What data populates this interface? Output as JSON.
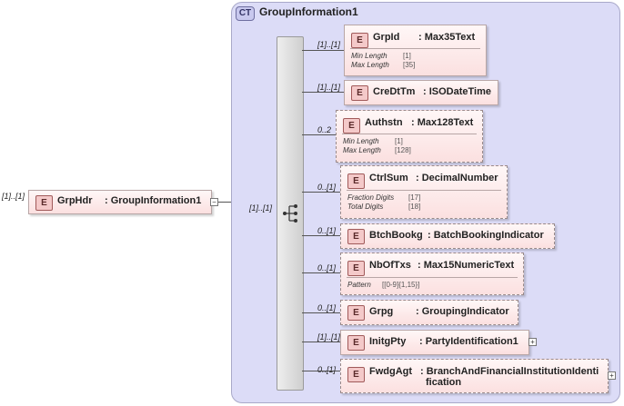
{
  "root": {
    "multiplicity": "[1]..[1]",
    "name": "GrpHdr",
    "type": ": GroupInformation1",
    "badge": "E"
  },
  "complex_type": {
    "badge": "CT",
    "name": "GroupInformation1",
    "sequence_multiplicity": "[1]..[1]"
  },
  "elements": [
    {
      "multiplicity": "[1]..[1]",
      "badge": "E",
      "name": "GrpId",
      "type": ": Max35Text",
      "optional": false,
      "facets": [
        {
          "name": "Min Length",
          "value": "[1]"
        },
        {
          "name": "Max Length",
          "value": "[35]"
        }
      ]
    },
    {
      "multiplicity": "[1]..[1]",
      "badge": "E",
      "name": "CreDtTm",
      "type": ": ISODateTime",
      "optional": false,
      "facets": []
    },
    {
      "multiplicity": "0..2",
      "badge": "E",
      "name": "Authstn",
      "type": ": Max128Text",
      "optional": true,
      "facets": [
        {
          "name": "Min Length",
          "value": "[1]"
        },
        {
          "name": "Max Length",
          "value": "[128]"
        }
      ]
    },
    {
      "multiplicity": "0..[1]",
      "badge": "E",
      "name": "CtrlSum",
      "type": ": DecimalNumber",
      "optional": true,
      "facets": [
        {
          "name": "Fraction Digits",
          "value": "[17]"
        },
        {
          "name": "Total Digits",
          "value": "[18]"
        }
      ]
    },
    {
      "multiplicity": "0..[1]",
      "badge": "E",
      "name": "BtchBookg",
      "type": ": BatchBookingIndicator",
      "optional": true,
      "facets": []
    },
    {
      "multiplicity": "0..[1]",
      "badge": "E",
      "name": "NbOfTxs",
      "type": ": Max15NumericText",
      "optional": true,
      "facets": [
        {
          "name": "Pattern",
          "value": "[[0-9]{1,15}]"
        }
      ]
    },
    {
      "multiplicity": "0..[1]",
      "badge": "E",
      "name": "Grpg",
      "type": ": GroupingIndicator",
      "optional": true,
      "facets": []
    },
    {
      "multiplicity": "[1]..[1]",
      "badge": "E",
      "name": "InitgPty",
      "type": ": PartyIdentification1",
      "optional": false,
      "facets": []
    },
    {
      "multiplicity": "0..[1]",
      "badge": "E",
      "name": "FwdgAgt",
      "type": ": BranchAndFinancialInstitutionIdentification",
      "type_line1": ": BranchAndFinancialInstitutionIdenti",
      "type_line2": "fication",
      "optional": true,
      "facets": []
    }
  ]
}
